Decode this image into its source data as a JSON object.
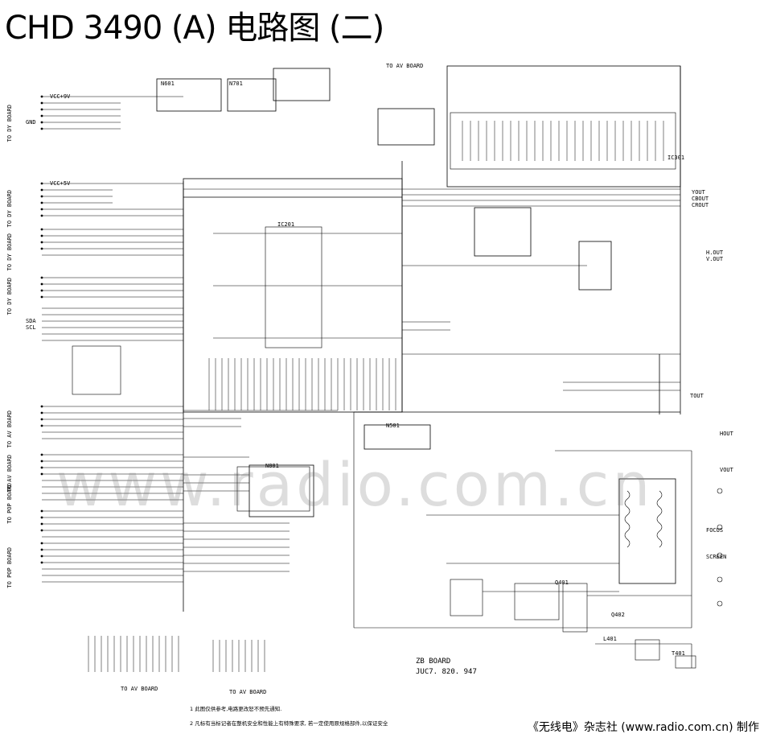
{
  "title": "CHD 3490 (A) 电路图 (二)",
  "watermark": "www.radio.com.cn",
  "board_name": "ZB BOARD",
  "board_code": "JUC7. 820. 947",
  "notes": [
    "1 此图仅供参考,电路更改恕不预先通知.",
    "2 凡标有当标记者在整机安全和性能上有特殊要求, 若一定使用原规格部件,以保证安全"
  ],
  "credit": "《无线电》杂志社 (www.radio.com.cn) 制作",
  "connector_labels": [
    {
      "text": "TO DY BOARD",
      "side": "left"
    },
    {
      "text": "TO DY BOARD",
      "side": "left"
    },
    {
      "text": "TO DY BOARD",
      "side": "left"
    },
    {
      "text": "TO DY BOARD",
      "side": "left"
    },
    {
      "text": "TO AV BOARD",
      "side": "left"
    },
    {
      "text": "TO AV BOARD",
      "side": "left"
    },
    {
      "text": "TO POP BOARD",
      "side": "left"
    },
    {
      "text": "TO POP BOARD",
      "side": "left"
    },
    {
      "text": "TO AV BOARD",
      "side": "bottom"
    },
    {
      "text": "TO AV BOARD",
      "side": "bottom"
    },
    {
      "text": "TO AV BOARD",
      "side": "top"
    }
  ],
  "component_labels": [
    "IC201",
    "IC301",
    "N501",
    "N601",
    "N701",
    "N801",
    "Q401",
    "Q402",
    "T401",
    "L401",
    "VCC+9V",
    "VCC+5V",
    "SDA",
    "SCL",
    "GND",
    "TOUT",
    "YOUT",
    "CBOUT",
    "CROUT",
    "HOUT",
    "VOUT",
    "FOCUS",
    "SCREEN",
    "H.OUT",
    "V.OUT"
  ]
}
